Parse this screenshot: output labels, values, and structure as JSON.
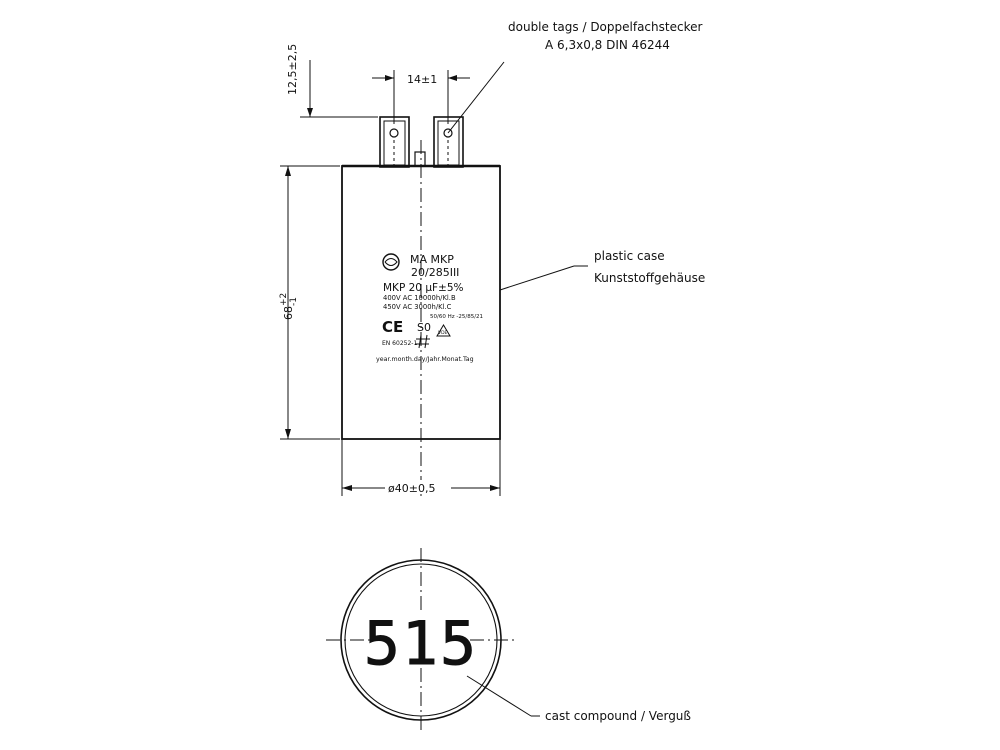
{
  "annotations": {
    "tags_line1": "double tags  /  Doppelfachstecker",
    "tags_line2": "A 6,3x0,8  DIN  46244",
    "case_line1": "plastic case",
    "case_line2": "Kunststoffgehäuse",
    "compound": "cast compound  /  Verguß"
  },
  "dimensions": {
    "tag_height": "12,5±2,5",
    "tag_spacing": "14±1",
    "height_main": "68",
    "height_tol_plus": "+2",
    "height_tol_minus": "-1",
    "diameter": "ø40±0,5"
  },
  "label": {
    "line1": "MA  MKP",
    "line2": "20/285III",
    "line3": "MKP 20  µF±5%",
    "line4": "400V AC  10000h/Kl.B",
    "line5": "450V AC   3000h/Kl.C",
    "freq": "50/60 Hz -25/85/21",
    "so_mark": "S0",
    "ce_mark": "CE",
    "vde_mark": "VDE",
    "standard": "EN 60252-1",
    "date_note": "year.month.day/Jahr.Monat.Tag"
  },
  "bottom_view": {
    "code": "515"
  },
  "colors": {
    "line": "#111111",
    "background": "#ffffff"
  },
  "icons": [
    "manufacturer-logo-icon",
    "ce-mark-icon",
    "vde-mark-icon",
    "hash-symbol-icon"
  ]
}
